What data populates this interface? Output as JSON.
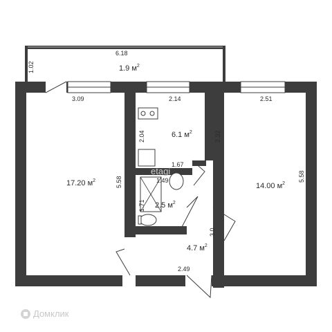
{
  "rooms": {
    "balcony": {
      "area": "1.9 м",
      "width": "6.18",
      "depth": "1.02"
    },
    "living_left": {
      "area": "17.20 м",
      "width": "3.09",
      "length": "5.58"
    },
    "kitchen": {
      "area": "6.1 м",
      "width": "2.14",
      "length": "2.32",
      "inner": "2.04"
    },
    "bathroom": {
      "area": "2.5 м",
      "width": "1.67",
      "inner_width": "1.49",
      "length": "1.71"
    },
    "hall": {
      "area": "4.7 м",
      "length": "3.0",
      "width": "2.49"
    },
    "living_right": {
      "area": "14.00 м",
      "width": "2.51",
      "length": "5.58"
    }
  },
  "units_superscript": "2",
  "watermark": "etagi",
  "brand": {
    "name": "Домклик",
    "icon": "domclick-logo-icon"
  }
}
